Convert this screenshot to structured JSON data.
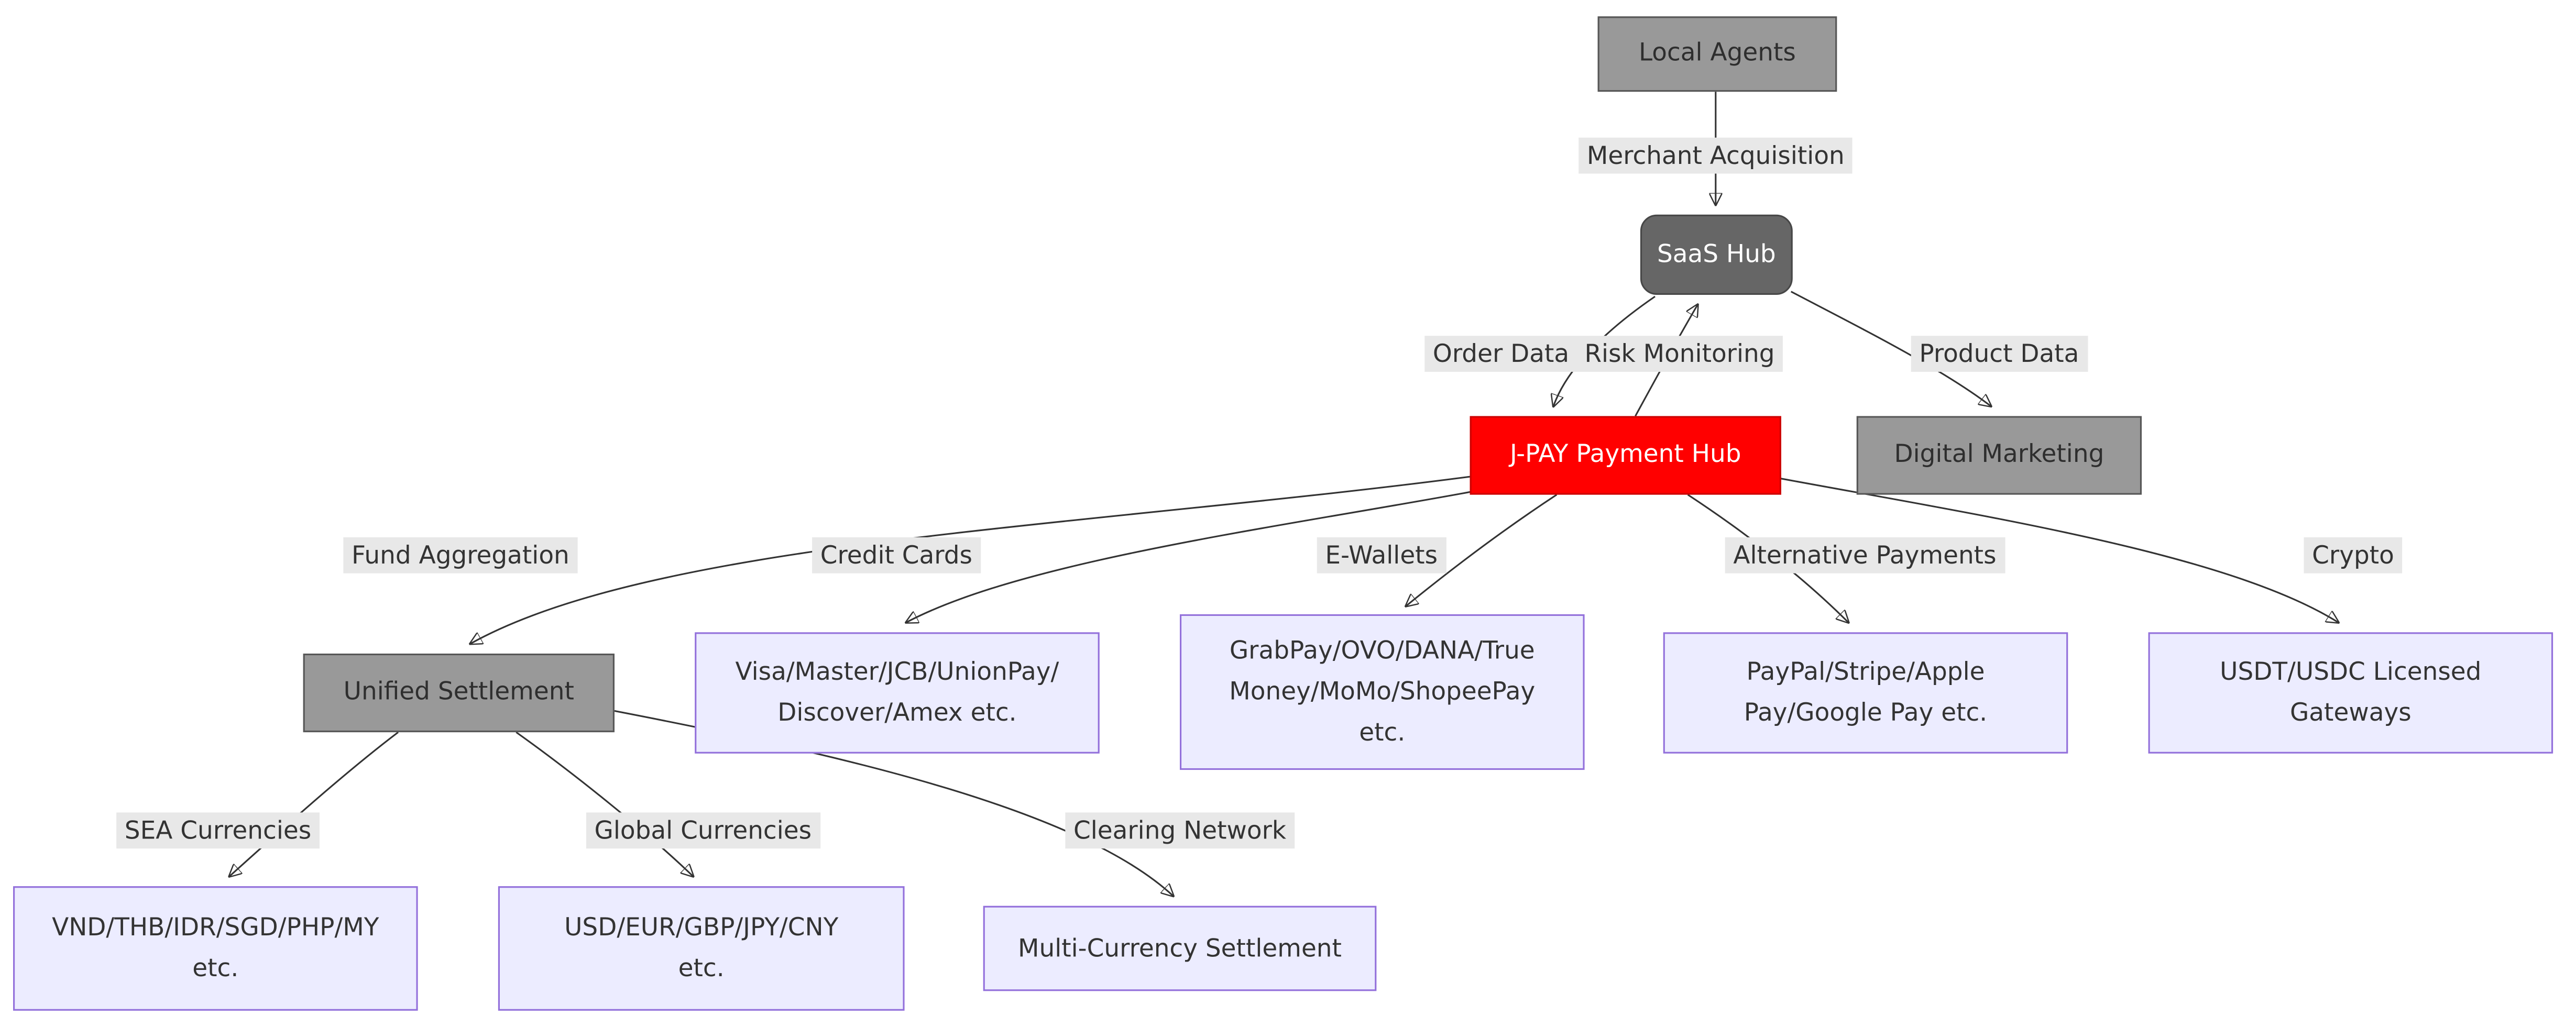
{
  "diagram": {
    "title": "J-PAY payment flowchart",
    "colors": {
      "gray_node_fill": "#999999",
      "dark_node_fill": "#666666",
      "red_node_fill": "#ff0000",
      "leaf_node_fill": "#ececff",
      "leaf_node_border": "#9370db",
      "edge_label_bg": "#e8e8e8",
      "edge_stroke": "#333333",
      "background": "#ffffff"
    },
    "nodes": {
      "local_agents": {
        "label": "Local Agents"
      },
      "saas_hub": {
        "label": "SaaS Hub"
      },
      "jpay_payment_hub": {
        "label": "J-PAY Payment Hub"
      },
      "digital_marketing": {
        "label": "Digital Marketing"
      },
      "unified_settlement": {
        "label": "Unified Settlement"
      },
      "card_schemes": {
        "label": "Visa/Master/JCB/UnionPay/\nDiscover/Amex etc."
      },
      "e_wallet_providers": {
        "label": "GrabPay/OVO/DANA/True\nMoney/MoMo/ShopeePay\netc."
      },
      "alt_payment_providers": {
        "label": "PayPal/Stripe/Apple\nPay/Google Pay etc."
      },
      "crypto_gateways": {
        "label": "USDT/USDC Licensed\nGateways"
      },
      "sea_currency_list": {
        "label": "VND/THB/IDR/SGD/PHP/MY\netc."
      },
      "global_currency_list": {
        "label": "USD/EUR/GBP/JPY/CNY\netc."
      },
      "multi_currency_settlement": {
        "label": "Multi-Currency Settlement"
      }
    },
    "edges": {
      "merchant_acquisition": {
        "from": "local_agents",
        "to": "saas_hub",
        "label": "Merchant Acquisition"
      },
      "order_data": {
        "from": "saas_hub",
        "to": "jpay_payment_hub",
        "label": "Order Data"
      },
      "risk_monitoring": {
        "from": "jpay_payment_hub",
        "to": "saas_hub",
        "label": "Risk Monitoring"
      },
      "product_data": {
        "from": "saas_hub",
        "to": "digital_marketing",
        "label": "Product Data"
      },
      "fund_aggregation": {
        "from": "jpay_payment_hub",
        "to": "unified_settlement",
        "label": "Fund Aggregation"
      },
      "credit_cards": {
        "from": "jpay_payment_hub",
        "to": "card_schemes",
        "label": "Credit Cards"
      },
      "e_wallets": {
        "from": "jpay_payment_hub",
        "to": "e_wallet_providers",
        "label": "E-Wallets"
      },
      "alternative_payments": {
        "from": "jpay_payment_hub",
        "to": "alt_payment_providers",
        "label": "Alternative Payments"
      },
      "crypto": {
        "from": "jpay_payment_hub",
        "to": "crypto_gateways",
        "label": "Crypto"
      },
      "sea_currencies": {
        "from": "unified_settlement",
        "to": "sea_currency_list",
        "label": "SEA Currencies"
      },
      "global_currencies": {
        "from": "unified_settlement",
        "to": "global_currency_list",
        "label": "Global Currencies"
      },
      "clearing_network": {
        "from": "unified_settlement",
        "to": "multi_currency_settlement",
        "label": "Clearing Network"
      }
    }
  }
}
